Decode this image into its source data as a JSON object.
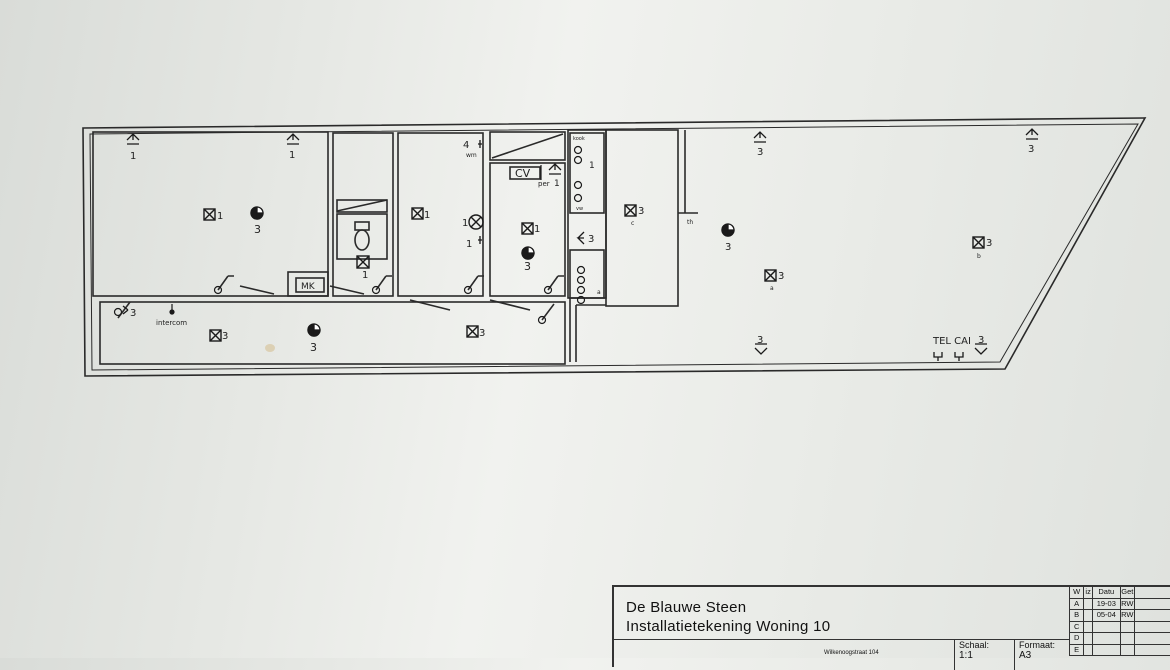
{
  "title_block": {
    "company": "De Blauwe Steen",
    "drawing_title": "Installatietekening Woning 10",
    "address": "Wilkenoogstraat 104",
    "scale_label": "Schaal:",
    "scale_value": "1:1",
    "format_label": "Formaat:",
    "format_value": "A3",
    "revision_headers": [
      "W",
      "iz",
      "Datu",
      "Get"
    ],
    "revisions": [
      {
        "letter": "A",
        "date": "19-03",
        "by": "RW"
      },
      {
        "letter": "B",
        "date": "05-04",
        "by": "RW"
      },
      {
        "letter": "C",
        "date": "",
        "by": ""
      },
      {
        "letter": "D",
        "date": "",
        "by": ""
      },
      {
        "letter": "E",
        "date": "",
        "by": ""
      }
    ]
  },
  "plan_labels": {
    "wall_socket_group_1": "1",
    "wall_socket_group_2": "1",
    "group_3": "3",
    "group_4_wm": "4",
    "wm": "wm",
    "cv": "CV",
    "per": "per",
    "mk": "MK",
    "intercom": "intercom",
    "telcai": "TEL CAI",
    "kook": "kook",
    "vw": "vw",
    "th": "th",
    "a": "a",
    "b": "b",
    "c": "c",
    "ct": "c"
  }
}
